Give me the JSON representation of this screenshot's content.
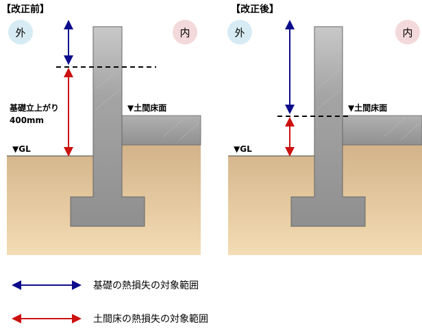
{
  "panels": [
    {
      "title": "【改正前】",
      "outside_label": "外",
      "inside_label": "内"
    },
    {
      "title": "【改正後】",
      "outside_label": "外",
      "inside_label": "内"
    }
  ],
  "labels": {
    "gl": "▼GL",
    "floor": "▼土間床面",
    "rise_line1": "基礎立上がり",
    "rise_line2": "400mm"
  },
  "legend": [
    {
      "text": "基礎の熱損失の対象範囲",
      "color": "#0c0c8c"
    },
    {
      "text": "土間床の熱損失の対象範囲",
      "color": "#cc1111"
    }
  ],
  "colors": {
    "outside_circle": "#d6ebf3",
    "inside_circle": "#f3d9d9",
    "concrete": "#9a9a9a",
    "soil_top": "#d3b389",
    "soil_bottom": "#f4dcb4"
  }
}
